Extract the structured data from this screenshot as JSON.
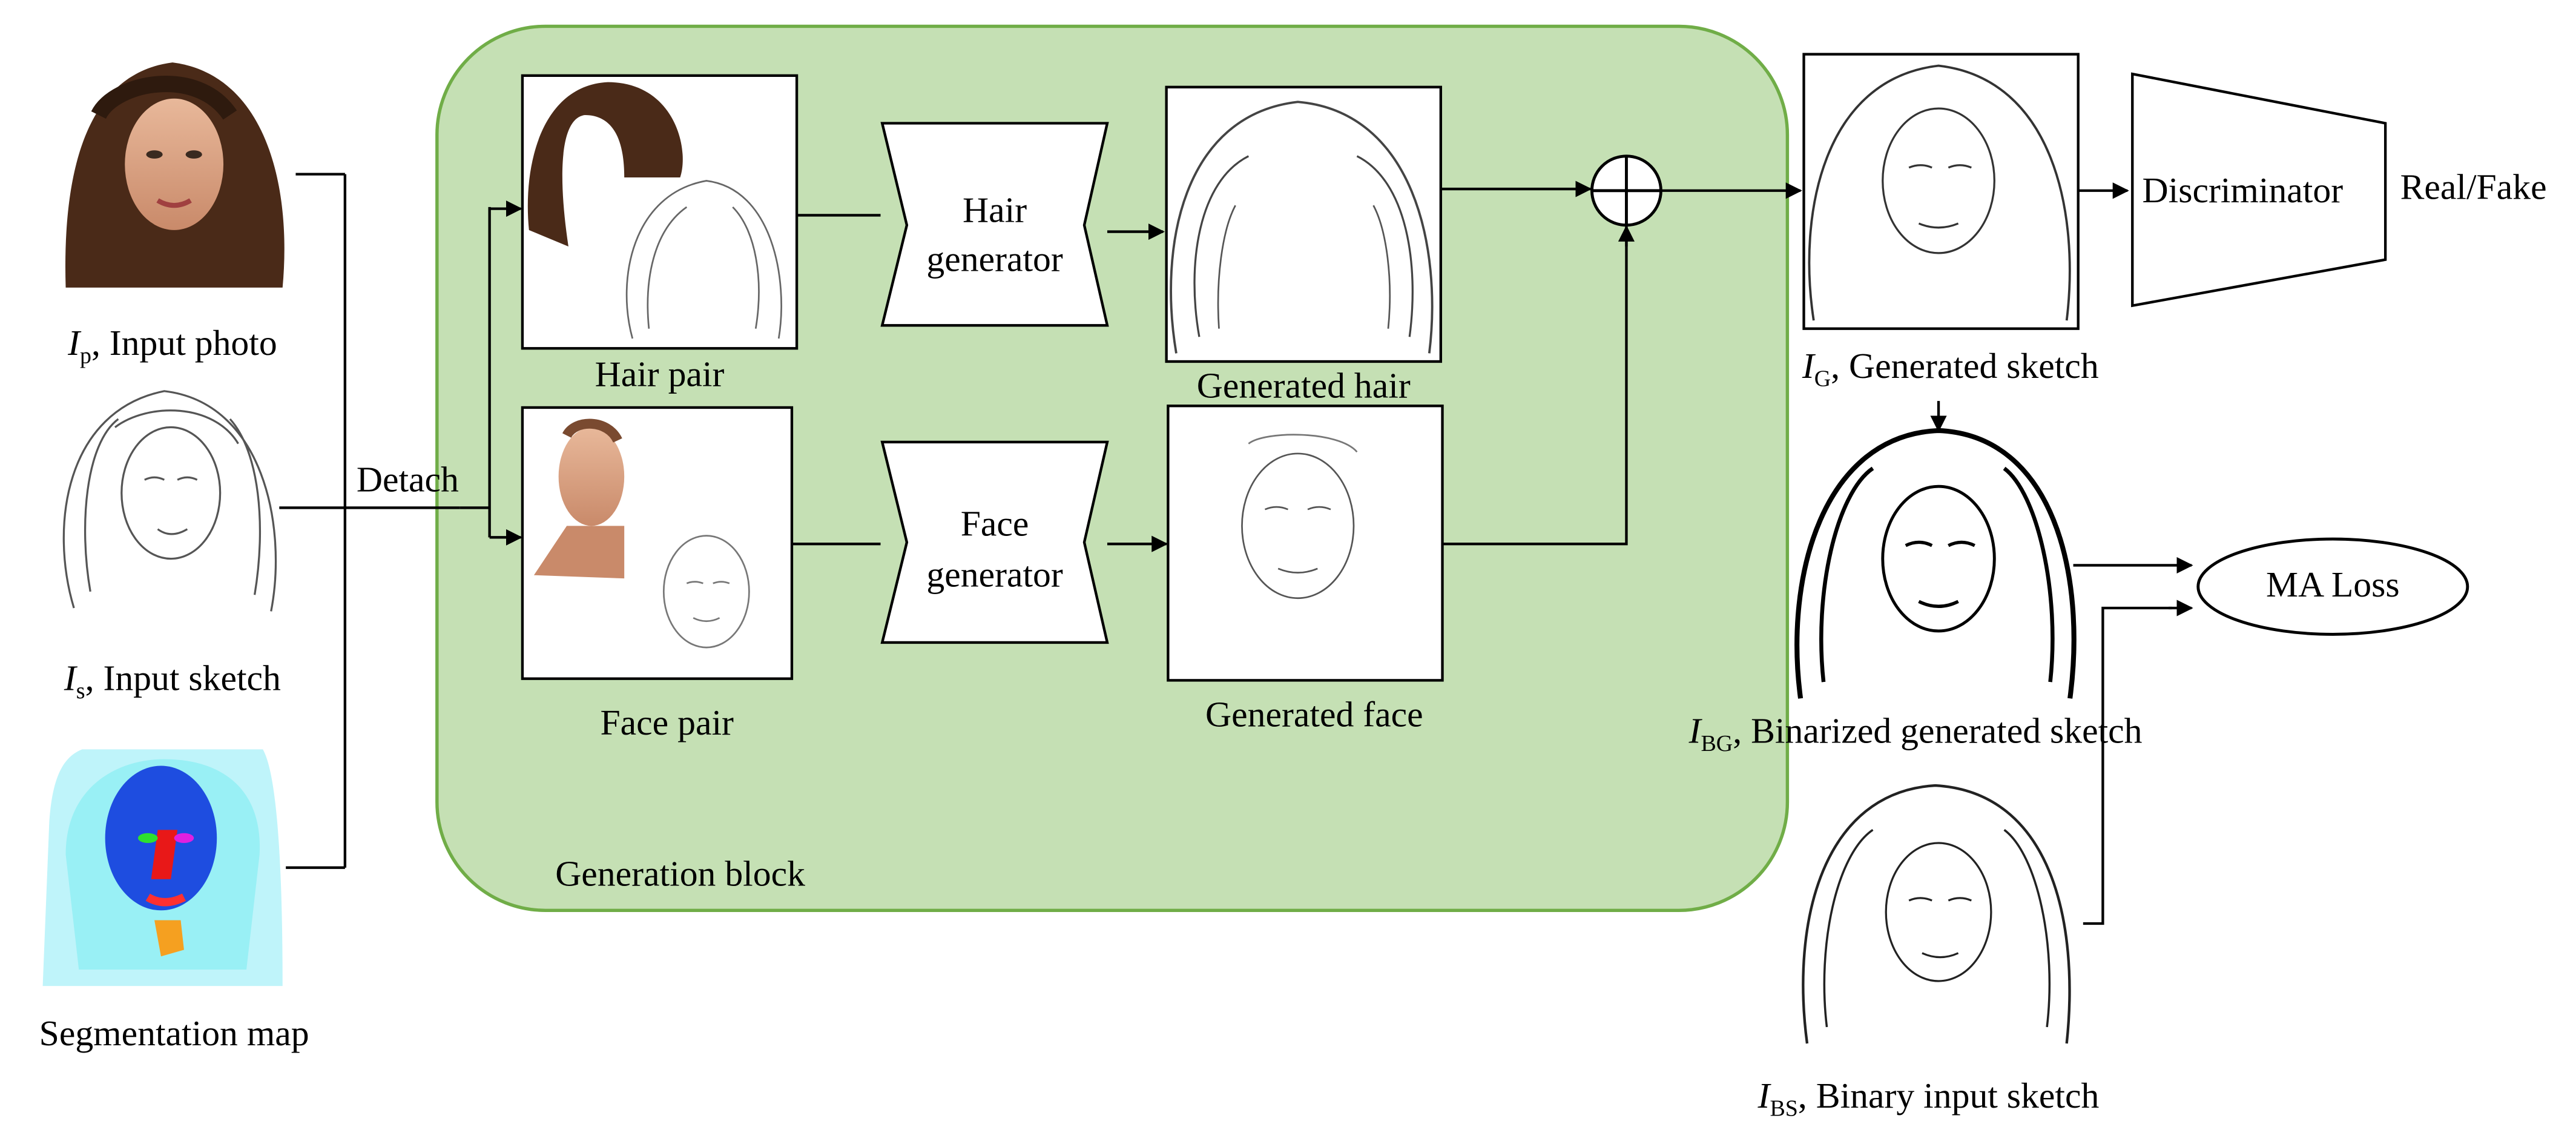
{
  "block": {
    "title": "Generation block"
  },
  "inputs": {
    "photo_label_var": "I",
    "photo_label_sub": "p",
    "photo_label_text": ", Input photo",
    "sketch_label_var": "I",
    "sketch_label_sub": "s",
    "sketch_label_text": ", Input sketch",
    "seg_label": "Segmentation map",
    "detach_label": "Detach"
  },
  "pairs": {
    "hair": "Hair pair",
    "face": "Face pair"
  },
  "generators": {
    "hair_line1": "Hair",
    "hair_line2": "generator",
    "face_line1": "Face",
    "face_line2": "generator"
  },
  "outputs": {
    "hair": "Generated hair",
    "face": "Generated face"
  },
  "generated": {
    "var": "I",
    "sub": "G",
    "text": ", Generated sketch"
  },
  "discriminator": {
    "label": "Discriminator",
    "output": "Real/Fake"
  },
  "binarized": {
    "var": "I",
    "sub": "BG",
    "text": ", Binarized generated sketch"
  },
  "binary_input": {
    "var": "I",
    "sub": "BS",
    "text": ", Binary input sketch"
  },
  "loss": {
    "label": "MA Loss"
  },
  "colors": {
    "block_fill": "#c5e0b4",
    "block_stroke": "#70ad47"
  }
}
